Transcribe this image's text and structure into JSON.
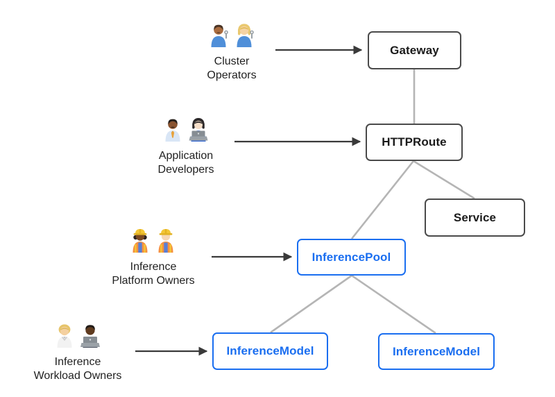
{
  "diagram": {
    "personas": [
      {
        "id": "cluster-operators",
        "label_line1": "Cluster",
        "label_line2": "Operators",
        "emoji": "👨🏽‍🔧👩🏼‍🔧"
      },
      {
        "id": "application-developers",
        "label_line1": "Application",
        "label_line2": "Developers",
        "emoji": "👨🏾‍💼👩🏻‍💻"
      },
      {
        "id": "inference-platform-owners",
        "label_line1": "Inference",
        "label_line2": "Platform Owners",
        "emoji": "👷🏾‍♀️👷🏻"
      },
      {
        "id": "inference-workload-owners",
        "label_line1": "Inference",
        "label_line2": "Workload Owners",
        "emoji": "🧑🏼‍⚕️👨🏿‍💻"
      }
    ],
    "nodes": [
      {
        "id": "gateway",
        "label": "Gateway",
        "style": "dark"
      },
      {
        "id": "httproute",
        "label": "HTTPRoute",
        "style": "dark"
      },
      {
        "id": "service",
        "label": "Service",
        "style": "dark"
      },
      {
        "id": "inferencepool",
        "label": "InferencePool",
        "style": "blue"
      },
      {
        "id": "inferencemodel-left",
        "label": "InferenceModel",
        "style": "blue"
      },
      {
        "id": "inferencemodel-right",
        "label": "InferenceModel",
        "style": "blue"
      }
    ],
    "edges": [
      {
        "from": "Gateway",
        "to": "HTTPRoute"
      },
      {
        "from": "HTTPRoute",
        "to": "InferencePool"
      },
      {
        "from": "HTTPRoute",
        "to": "Service"
      },
      {
        "from": "InferencePool",
        "to": "InferenceModel"
      },
      {
        "from": "InferencePool",
        "to": "InferenceModel"
      }
    ],
    "actor_arrows": [
      {
        "from": "Cluster Operators",
        "to": "Gateway"
      },
      {
        "from": "Application Developers",
        "to": "HTTPRoute"
      },
      {
        "from": "Inference Platform Owners",
        "to": "InferencePool"
      },
      {
        "from": "Inference Workload Owners",
        "to": "InferenceModel"
      }
    ],
    "colors": {
      "background": "#ffffff",
      "dark_node_border": "#4a4a4a",
      "blue_node": "#1a6ef0",
      "connector_gray": "#b5b5b5",
      "arrow_dark": "#3a3a3a"
    }
  }
}
